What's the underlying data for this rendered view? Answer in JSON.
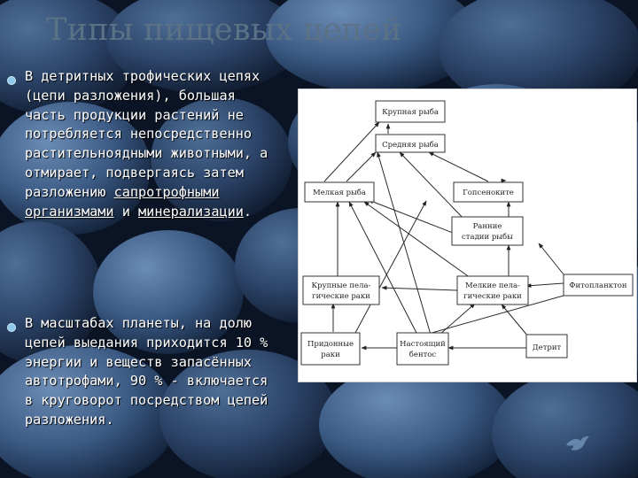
{
  "slide": {
    "title": "Типы пищевых цепей",
    "paragraphs": [
      {
        "text_before": "В детритных трофических цепях (цепи разложения), большая часть продукции растений не потребляется непосредственно растительноядными животными, а отмирает, подвергаясь затем разложению ",
        "link1": "сапротрофными организмами",
        "text_mid": " и ",
        "link2": "минерализации",
        "text_after": "."
      },
      {
        "text": "В масштабах планеты, на долю цепей выедания приходится 10 % энергии и веществ запасённых автотрофами, 90 % - включается в круговорот посредством цепей разложения."
      }
    ],
    "bullet_color": "#8fc9e9"
  },
  "diagram": {
    "nodes": {
      "large_fish": "Крупная рыба",
      "medium_fish": "Средняя рыба",
      "small_fish": "Мелкая рыба",
      "plankton_eaters": "Гопсеноките",
      "early_fish_l1": "Ранние",
      "early_fish_l2": "стадии рыбы",
      "large_crust_l1": "Крупные пела-",
      "large_crust_l2": "гические раки",
      "small_crust_l1": "Мелкие пела-",
      "small_crust_l2": "гические раки",
      "phytoplankton": "Фитопланктон",
      "benthic_crust_l1": "Придонные",
      "benthic_crust_l2": "раки",
      "benthos_l1": "Настоящий",
      "benthos_l2": "бентос",
      "detritus": "Детрит"
    }
  }
}
